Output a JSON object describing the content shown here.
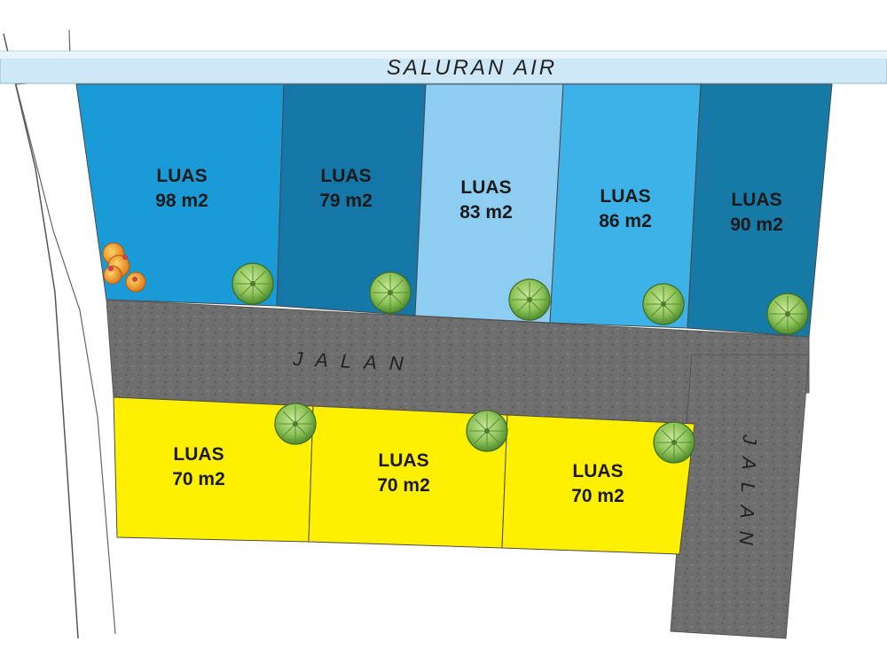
{
  "canal": {
    "label": "SALURAN AIR",
    "color": "#cfe8f7"
  },
  "roads": {
    "horizontal": {
      "label": "JALAN",
      "color": "#6e6e6e"
    },
    "vertical": {
      "label": "JALAN",
      "color": "#6e6e6e"
    }
  },
  "lots_top": [
    {
      "line1": "LUAS",
      "line2": "98 m2",
      "color": "#1a9ad6"
    },
    {
      "line1": "LUAS",
      "line2": "79 m2",
      "color": "#1576a8"
    },
    {
      "line1": "LUAS",
      "line2": "83 m2",
      "color": "#8dcdf1"
    },
    {
      "line1": "LUAS",
      "line2": "86 m2",
      "color": "#3db2e9"
    },
    {
      "line1": "LUAS",
      "line2": "90 m2",
      "color": "#1679a6"
    }
  ],
  "lots_bottom": [
    {
      "line1": "LUAS",
      "line2": "70 m2",
      "color": "#ffef00"
    },
    {
      "line1": "LUAS",
      "line2": "70 m2",
      "color": "#ffef00"
    },
    {
      "line1": "LUAS",
      "line2": "70 m2",
      "color": "#ffef00"
    }
  ],
  "tree_icon": "tree-icon",
  "shrub_icon": "flower-shrub-icon"
}
